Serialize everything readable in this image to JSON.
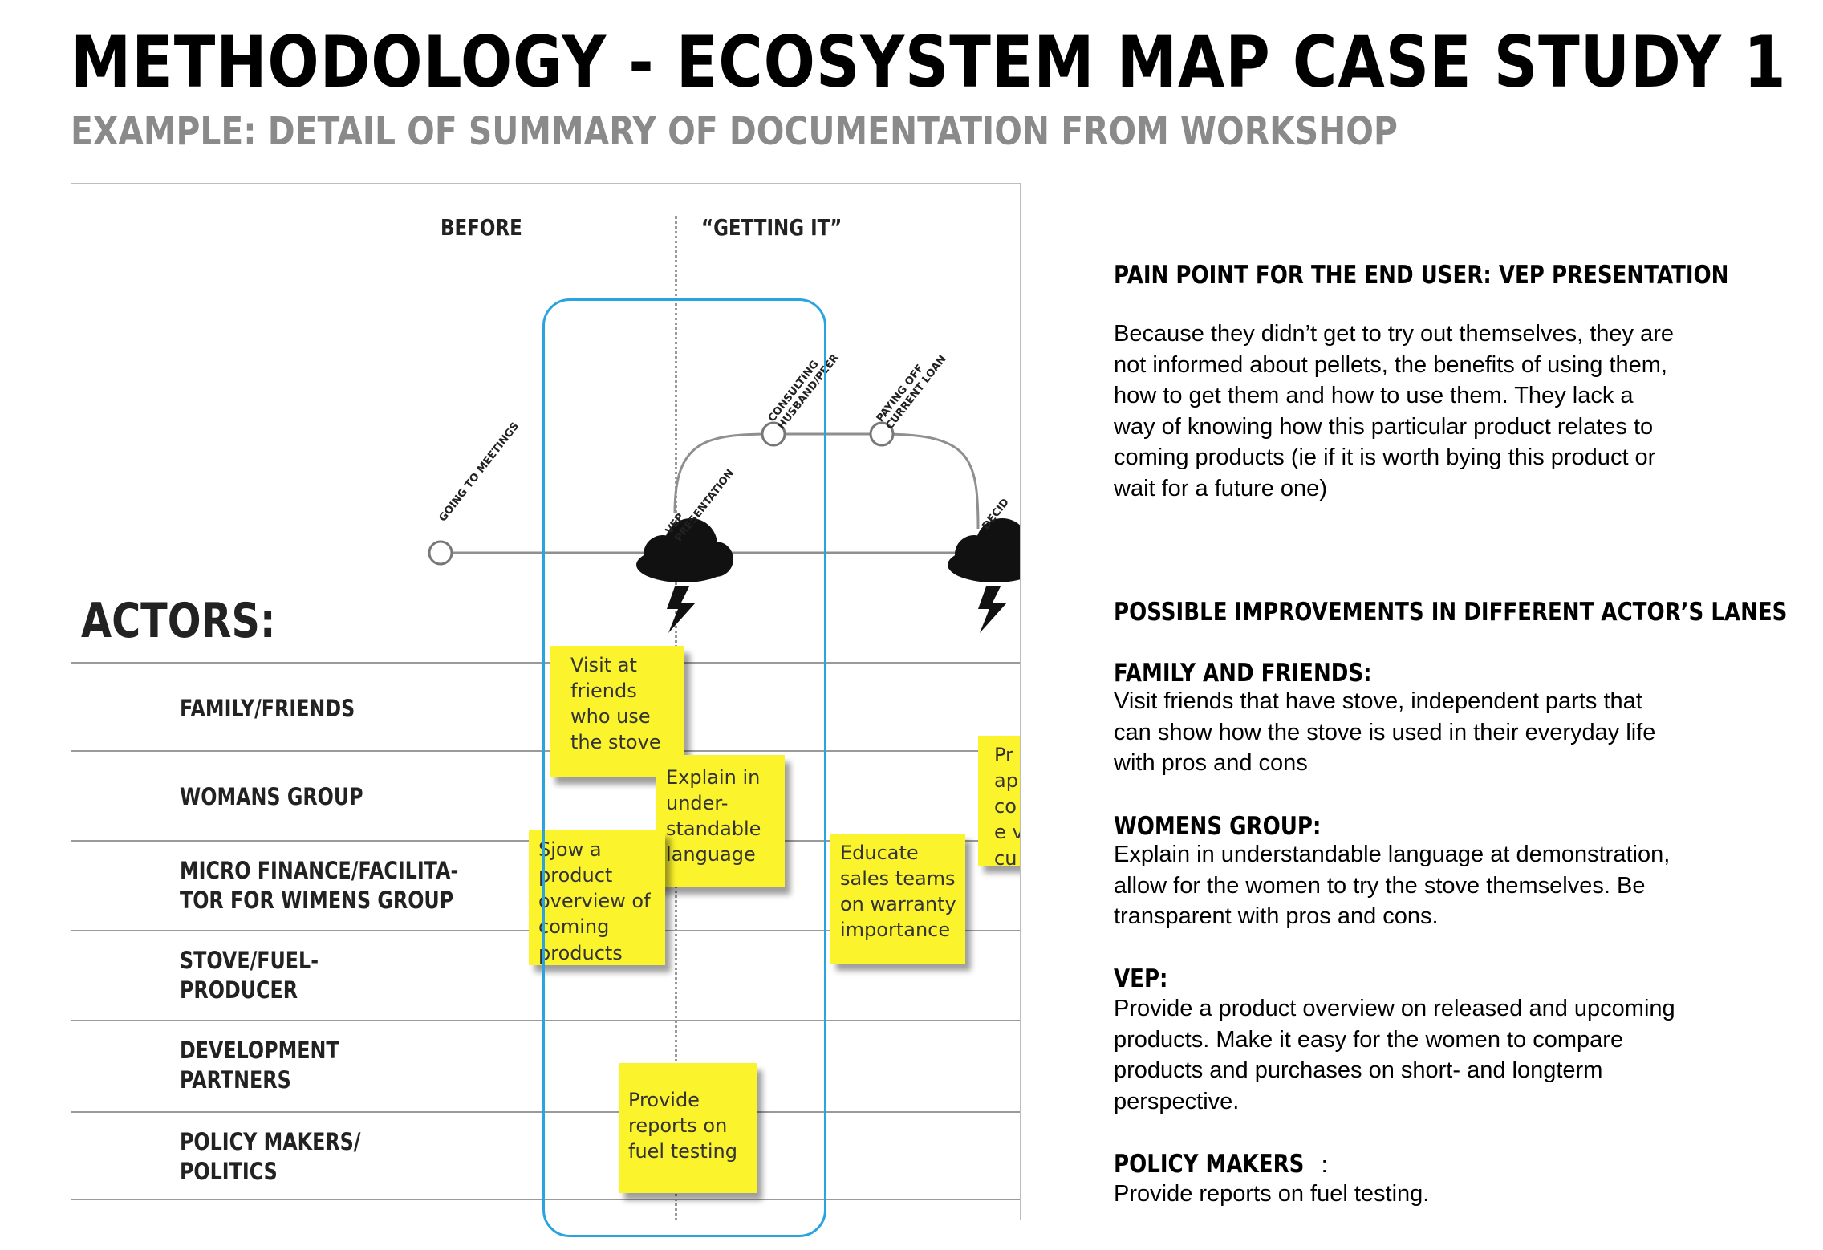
{
  "header": {
    "title": "METHODOLOGY - ECOSYSTEM MAP CASE STUDY 1",
    "subtitle": "EXAMPLE: DETAIL OF SUMMARY OF DOCUMENTATION FROM WORKSHOP"
  },
  "map": {
    "phase_before": "BEFORE",
    "phase_getting": "“GETTING IT”",
    "steps": {
      "meetings": "GOING TO MEETINGS",
      "vep": "VEP\nPRESENTATION",
      "consulting": "CONSULTING\nHUSBAND/PEER",
      "loan": "PAYING OFF\nCURRENT LOAN",
      "decid": "DECID"
    },
    "actors_title": "ACTORS:",
    "lanes": [
      "FAMILY/FRIENDS",
      "WOMANS GROUP",
      "MICRO FINANCE/FACILITA-\nTOR FOR WIMENS GROUP",
      "STOVE/FUEL-\nPRODUCER",
      "DEVELOPMENT\nPARTNERS",
      "POLICY MAKERS/\nPOLITICS"
    ],
    "stickies": {
      "visit": "Visit at\nfriends\nwho use\nthe stove",
      "explain": "Explain in\nunder-\nstandable\nlanguage",
      "show": "Sjow a\nproduct\noverview of\ncoming\nproducts",
      "educate": "Educate\nsales teams\non warranty\nimportance",
      "provide_partial": "Pr\nap\nco\ne v\ncu",
      "reports": "Provide\nreports on\nfuel testing"
    }
  },
  "panel": {
    "pain_heading": "PAIN POINT FOR THE END USER: VEP PRESENTATION",
    "pain_body": "Because they didn’t get to try out themselves, they are\nnot informed about pellets, the benefits of using them,\nhow to get them and how to use them. They lack a\nway of knowing how this particular product relates to\ncoming products (ie if it is worth bying this product or\nwait for a future one)",
    "improvements_heading": "POSSIBLE IMPROVEMENTS IN DIFFERENT ACTOR’S LANES",
    "family_heading": "FAMILY AND FRIENDS:",
    "family_body": "Visit friends that have stove, independent parts that\ncan show how the stove is used in their everyday life\nwith pros and cons",
    "womens_heading": "WOMENS GROUP:",
    "womens_body": "Explain in understandable language at demonstration,\nallow for the women to try the stove themselves. Be\ntransparent with pros and cons.",
    "vep_heading": "VEP:",
    "vep_body": "Provide a product overview on released and upcoming\nproducts. Make it easy for the women to compare\nproducts and purchases on short- and longterm\nperspective.",
    "policy_heading": "POLICY MAKERS",
    "policy_colon": ":",
    "policy_body": "Provide reports on fuel testing."
  },
  "colors": {
    "sticky": "#fbf32b",
    "highlight": "#29a4df",
    "subtitle": "#8a8a8a"
  }
}
